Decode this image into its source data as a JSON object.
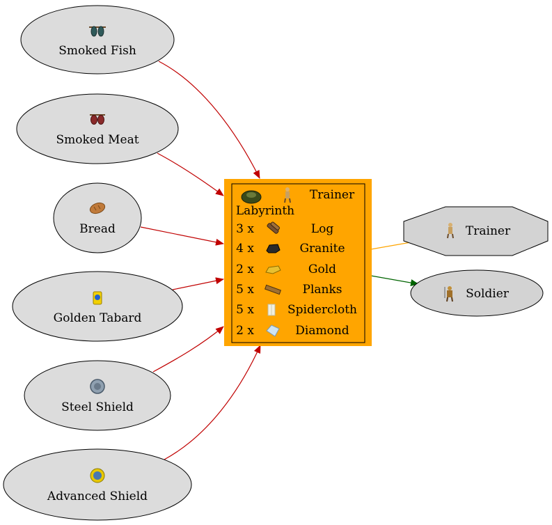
{
  "inputs": [
    {
      "label": "Smoked Fish",
      "icon": "smoked-fish-icon"
    },
    {
      "label": "Smoked Meat",
      "icon": "smoked-meat-icon"
    },
    {
      "label": "Bread",
      "icon": "bread-icon"
    },
    {
      "label": "Golden Tabard",
      "icon": "golden-tabard-icon"
    },
    {
      "label": "Steel Shield",
      "icon": "steel-shield-icon"
    },
    {
      "label": "Advanced Shield",
      "icon": "advanced-shield-icon"
    }
  ],
  "building": {
    "name": "Labyrinth",
    "worker": "Trainer",
    "costs": [
      {
        "qty": "3 x",
        "name": "Log",
        "icon": "log-icon"
      },
      {
        "qty": "4 x",
        "name": "Granite",
        "icon": "granite-icon"
      },
      {
        "qty": "2 x",
        "name": "Gold",
        "icon": "gold-icon"
      },
      {
        "qty": "5 x",
        "name": "Planks",
        "icon": "planks-icon"
      },
      {
        "qty": "5 x",
        "name": "Spidercloth",
        "icon": "spidercloth-icon"
      },
      {
        "qty": "2 x",
        "name": "Diamond",
        "icon": "diamond-icon"
      }
    ],
    "fill_color": "#ffa500"
  },
  "outputs": [
    {
      "label": "Trainer",
      "icon": "trainer-icon",
      "shape": "octagon"
    },
    {
      "label": "Soldier",
      "icon": "soldier-icon",
      "shape": "ellipse"
    }
  ],
  "colors": {
    "input_edge": "#c00000",
    "worker_edge": "#ffa500",
    "output_edge": "#006400",
    "node_fill": "#dcdcdc"
  }
}
